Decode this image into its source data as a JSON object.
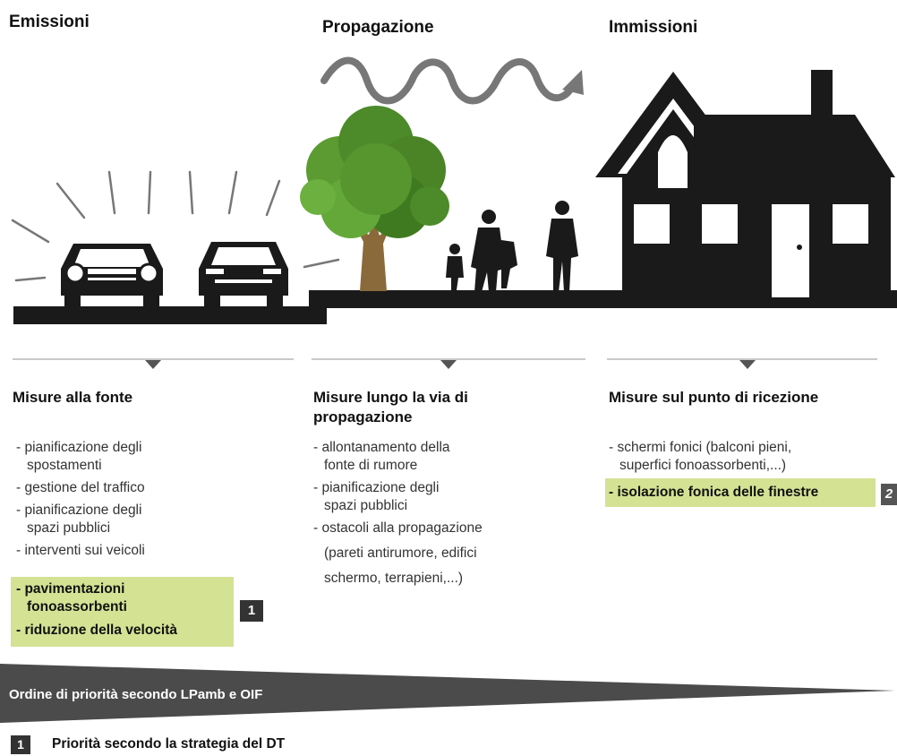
{
  "sections": {
    "emission": "Emissioni",
    "propagation": "Propagazione",
    "immission": "Immissioni"
  },
  "columns": [
    {
      "title": "Misure alla fonte",
      "items": [
        "- pianificazione degli",
        "spostamenti",
        "- gestione del traffico",
        "- pianificazione degli",
        "spazi pubblici",
        "- interventi sui veicoli"
      ],
      "highlighted": [
        "- pavimentazioni",
        "fonoassorbenti",
        "- riduzione della velocità"
      ],
      "badge": "1"
    },
    {
      "title_line1": "Misure lungo la via di",
      "title_line2": "propagazione",
      "items": [
        "- allontanamento della",
        "fonte di rumore",
        "- pianificazione degli",
        "spazi pubblici",
        "- ostacoli alla propagazione",
        "(pareti antirumore, edifici",
        "schermo, terrapieni,...)"
      ]
    },
    {
      "title": "Misure sul punto di ricezione",
      "items": [
        "- schermi fonici (balconi pieni,",
        "superfici fonoassorbenti,...)"
      ],
      "highlighted": "- isolazione fonica delle finestre",
      "badge": "2"
    }
  ],
  "priority_bar": "Ordine di priorità secondo LPamb e OIF",
  "legend": {
    "badge": "1",
    "text": "Priorità secondo la strategia del DT"
  },
  "colors": {
    "highlight": "#d4e294",
    "dark": "#333333",
    "tree": "#4d8a2a"
  }
}
